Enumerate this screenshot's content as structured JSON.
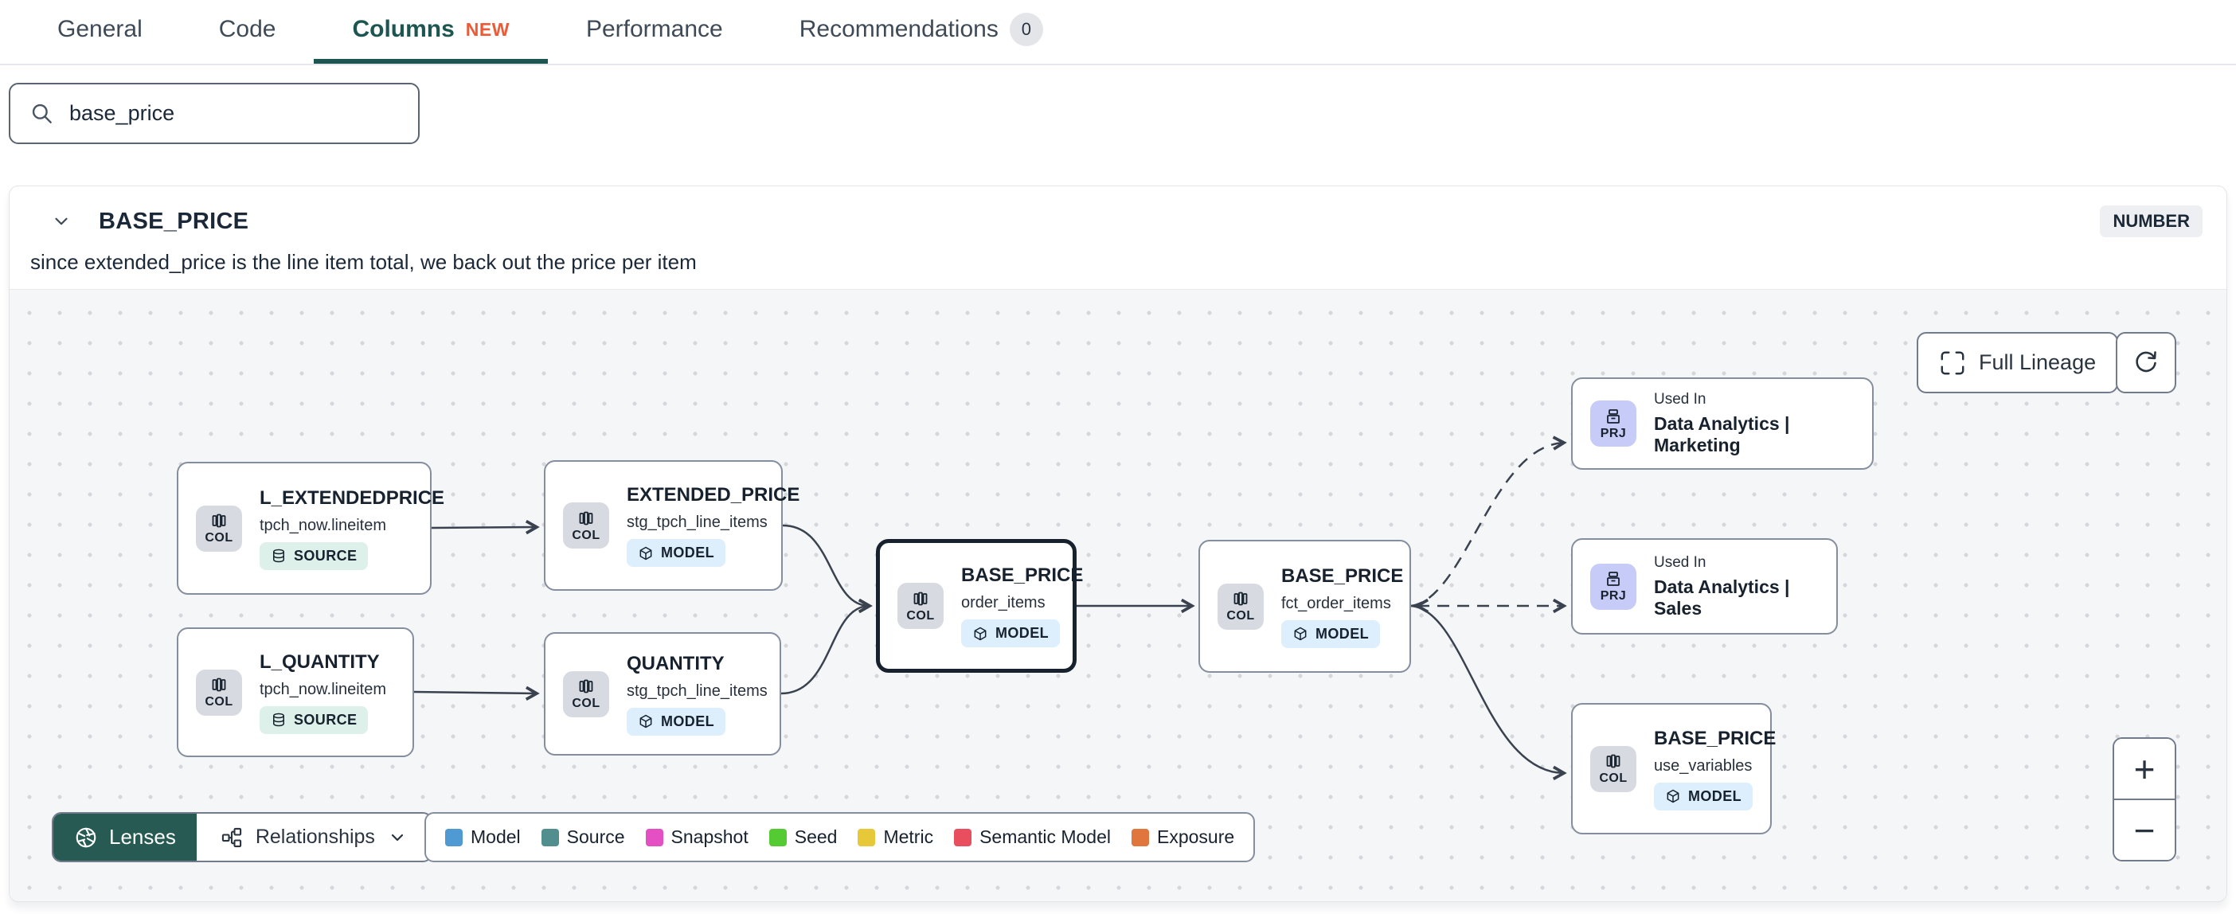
{
  "tabs": {
    "general": "General",
    "code": "Code",
    "columns": "Columns",
    "columns_badge": "NEW",
    "performance": "Performance",
    "recommendations": "Recommendations",
    "recommendations_count": "0"
  },
  "search": {
    "value": "base_price"
  },
  "column_panel": {
    "name": "BASE_PRICE",
    "type_badge": "NUMBER",
    "description": "since extended_price is the line item total, we back out the price per item"
  },
  "lineage": {
    "controls": {
      "full_lineage_label": "Full Lineage",
      "zoom_in": "+",
      "zoom_out": "−"
    },
    "toolbar": {
      "lenses_label": "Lenses",
      "relationships_label": "Relationships"
    },
    "legend": [
      {
        "label": "Model",
        "color": "#4f9ad2"
      },
      {
        "label": "Source",
        "color": "#518f8f"
      },
      {
        "label": "Snapshot",
        "color": "#e44fc4"
      },
      {
        "label": "Seed",
        "color": "#55cb33"
      },
      {
        "label": "Metric",
        "color": "#e7c839"
      },
      {
        "label": "Semantic Model",
        "color": "#e84e5e"
      },
      {
        "label": "Exposure",
        "color": "#e0763d"
      }
    ],
    "nodes": [
      {
        "chip": "COL",
        "title": "L_EXTENDEDPRICE",
        "subtitle": "tpch_now.lineitem",
        "badge": "SOURCE"
      },
      {
        "chip": "COL",
        "title": "L_QUANTITY",
        "subtitle": "tpch_now.lineitem",
        "badge": "SOURCE"
      },
      {
        "chip": "COL",
        "title": "EXTENDED_PRICE",
        "subtitle": "stg_tpch_line_items",
        "badge": "MODEL"
      },
      {
        "chip": "COL",
        "title": "QUANTITY",
        "subtitle": "stg_tpch_line_items",
        "badge": "MODEL"
      },
      {
        "chip": "COL",
        "title": "BASE_PRICE",
        "subtitle": "order_items",
        "badge": "MODEL"
      },
      {
        "chip": "COL",
        "title": "BASE_PRICE",
        "subtitle": "fct_order_items",
        "badge": "MODEL"
      },
      {
        "chip": "PRJ",
        "title": "Used In",
        "subtitle": "Data Analytics | Marketing"
      },
      {
        "chip": "PRJ",
        "title": "Used In",
        "subtitle": "Data Analytics | Sales"
      },
      {
        "chip": "COL",
        "title": "BASE_PRICE",
        "subtitle": "use_variables",
        "badge": "MODEL"
      }
    ]
  }
}
